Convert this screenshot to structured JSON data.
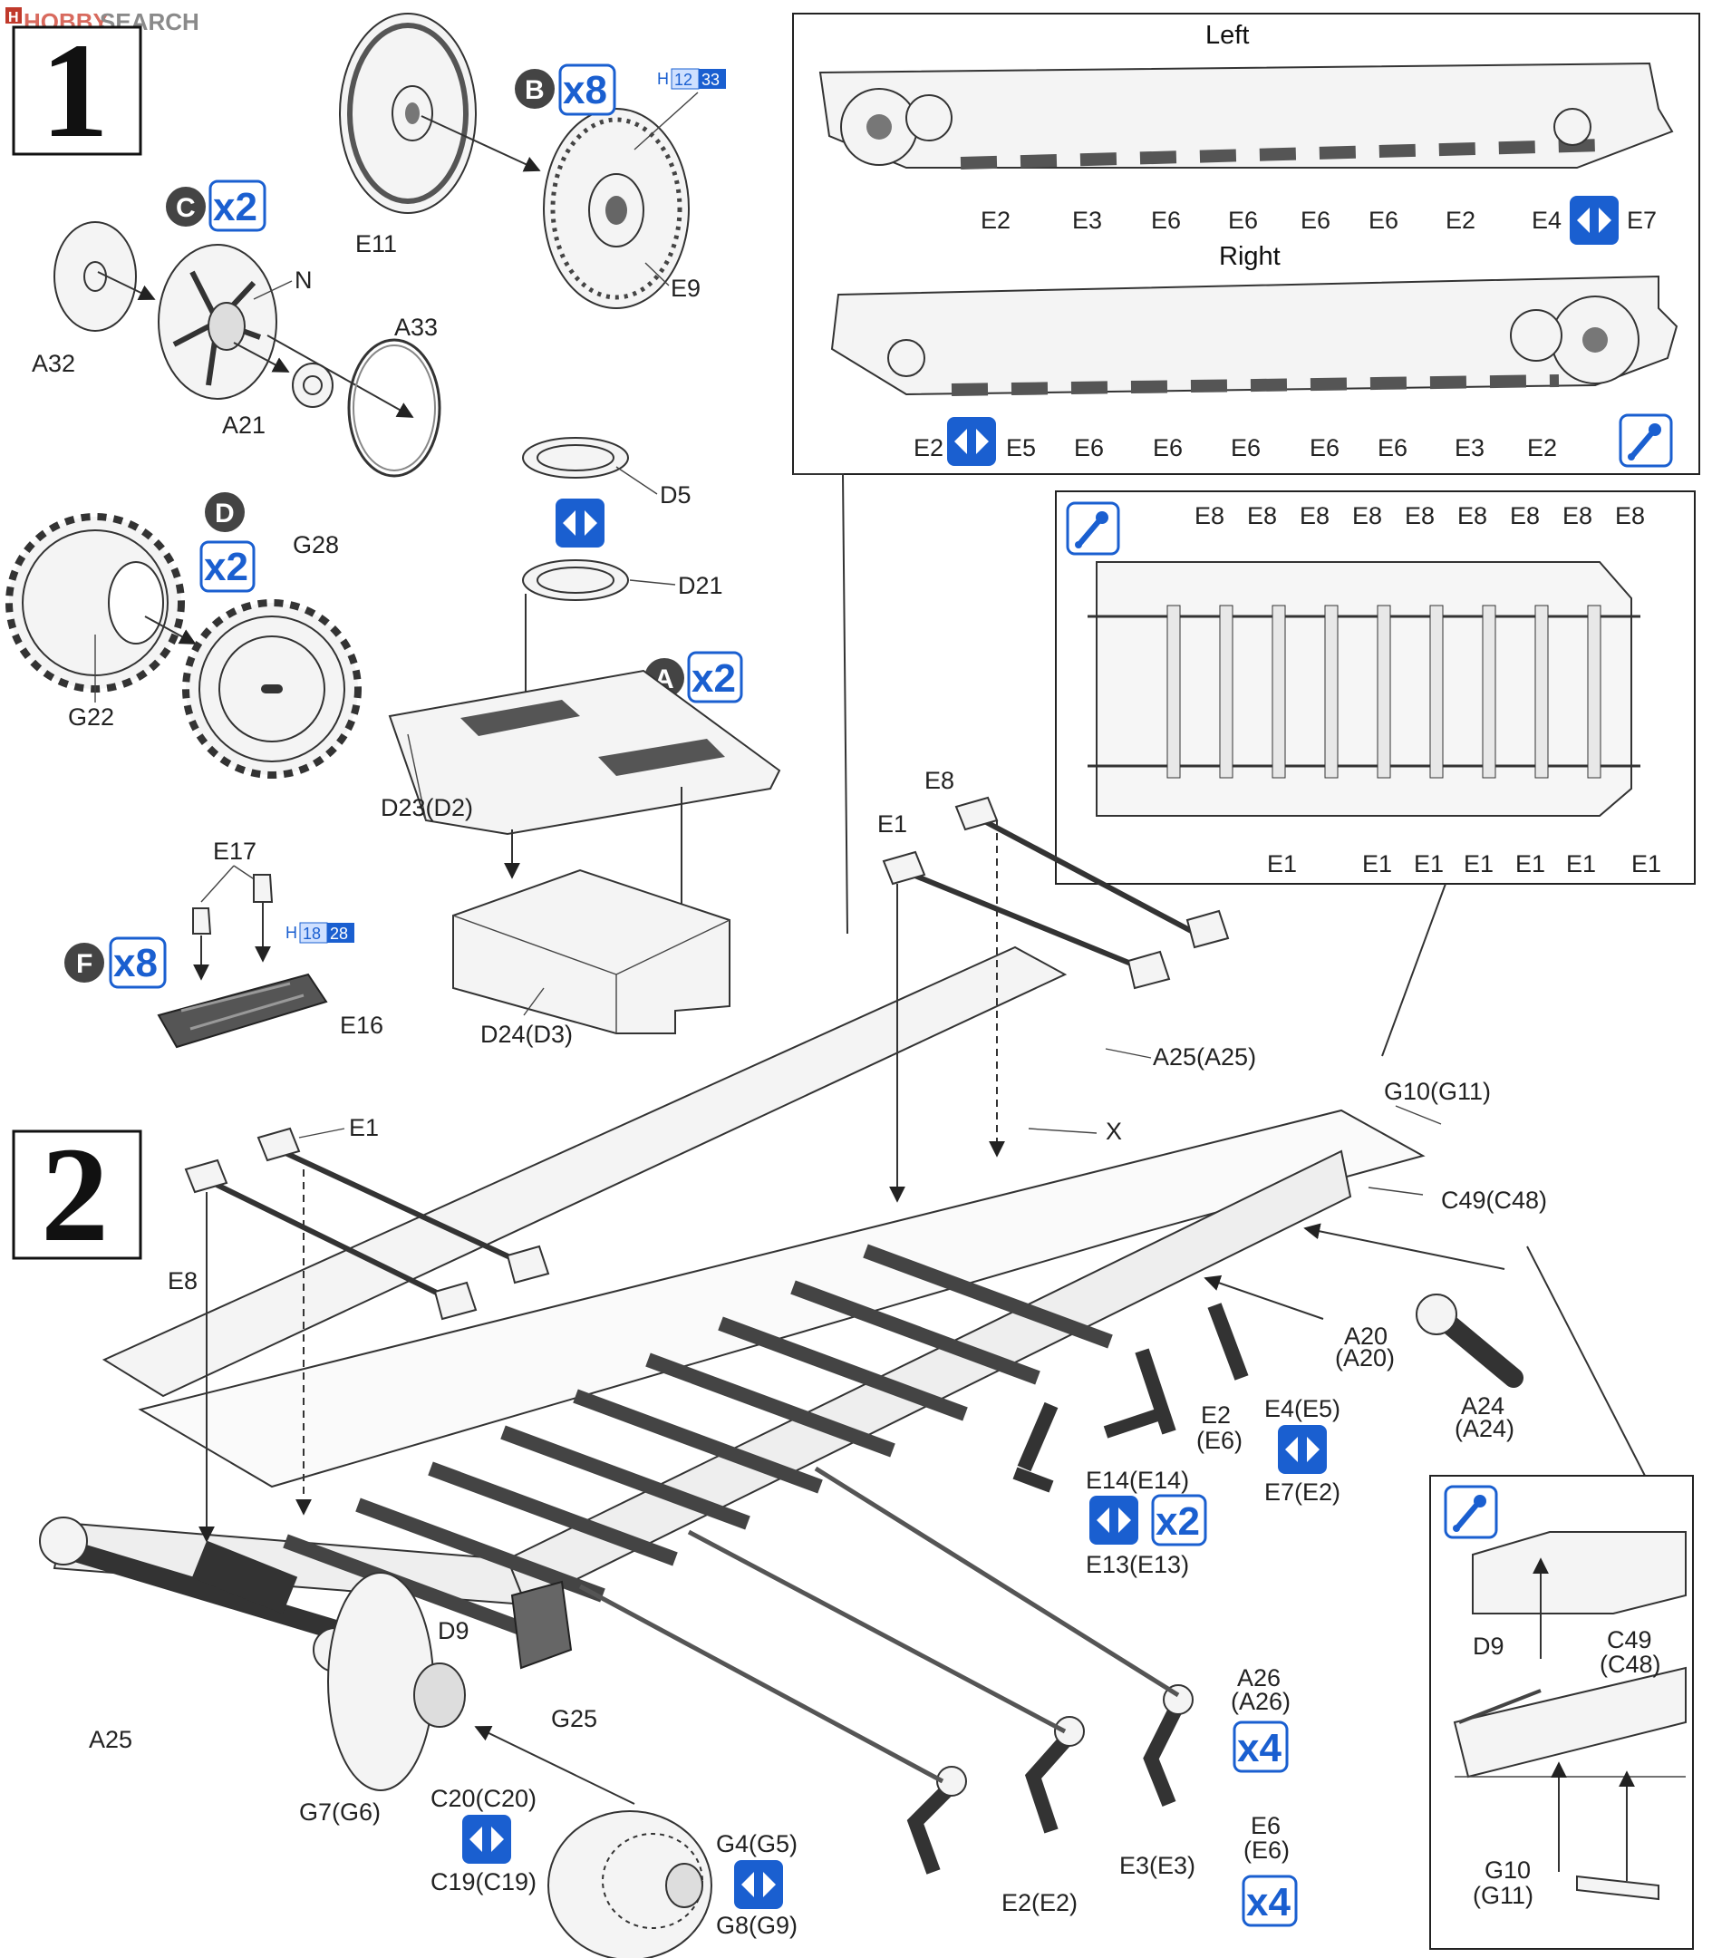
{
  "watermark": {
    "brand": "HOBBY",
    "suffix": "SEARCH"
  },
  "step1": {
    "number": "1",
    "badges": {
      "B": {
        "letter": "B",
        "qty": "x8"
      },
      "C": {
        "letter": "C",
        "qty": "x2"
      },
      "D": {
        "letter": "D",
        "qty": "x2"
      },
      "A": {
        "letter": "A",
        "qty": "x2"
      },
      "F": {
        "letter": "F",
        "qty": "x8"
      }
    },
    "ref_H1": {
      "prefix": "H",
      "a": "12",
      "b": "33"
    },
    "ref_H2": {
      "prefix": "H",
      "a": "18",
      "b": "28"
    },
    "labels": {
      "E11": "E11",
      "E9": "E9",
      "A32": "A32",
      "N": "N",
      "A33": "A33",
      "A21": "A21",
      "G28": "G28",
      "G22": "G22",
      "D5": "D5",
      "D21": "D21",
      "D23": "D23(D2)",
      "D24": "D24(D3)",
      "E17": "E17",
      "E16": "E16"
    }
  },
  "inset_left_right": {
    "left_title": "Left",
    "right_title": "Right",
    "left_parts": [
      "E2",
      "E3",
      "E6",
      "E6",
      "E6",
      "E6",
      "E2",
      "E4",
      "E7"
    ],
    "right_parts": [
      "E2",
      "E5",
      "E6",
      "E6",
      "E6",
      "E6",
      "E6",
      "E3",
      "E2"
    ]
  },
  "inset_e8_e1": {
    "top_parts": [
      "E8",
      "E8",
      "E8",
      "E8",
      "E8",
      "E8",
      "E8",
      "E8",
      "E8"
    ],
    "bottom_parts": [
      "E1",
      "E1",
      "E1",
      "E1",
      "E1",
      "E1",
      "E1"
    ]
  },
  "step2": {
    "number": "2",
    "labels": {
      "E8_top": "E8",
      "E1_top": "E1",
      "A25_top": "A25(A25)",
      "X": "X",
      "G10": "G10(G11)",
      "C49": "C49(C48)",
      "E1_left": "E1",
      "E8_left": "E8",
      "A20a": "A20",
      "A20b": "(A20)",
      "A24a": "A24",
      "A24b": "(A24)",
      "E2a": "E2",
      "E2b": "(E6)",
      "E4": "E4(E5)",
      "E7": "E7(E2)",
      "E14": "E14(E14)",
      "E13": "E13(E13)",
      "D9": "D9",
      "G25": "G25",
      "A25_bottom": "A25",
      "G7": "G7(G6)",
      "C20": "C20(C20)",
      "C19": "C19(C19)",
      "G4": "G4(G5)",
      "G8": "G8(G9)",
      "A26a": "A26",
      "A26b": "(A26)",
      "E6a": "E6",
      "E6b": "(E6)",
      "E3": "E3(E3)",
      "E2E2": "E2(E2)"
    },
    "qty_x2": "x2",
    "qty_x4_a": "x4",
    "qty_x4_b": "x4"
  },
  "inset_detail": {
    "labels": {
      "D9": "D9",
      "C49a": "C49",
      "C49b": "(C48)",
      "G10a": "G10",
      "G10b": "(G11)"
    }
  },
  "colors": {
    "accent_blue": "#1a5fd0",
    "badge_dark": "#444444",
    "ref_blue": "#2a6fe0"
  },
  "icons": [
    "reverse-arrows-icon",
    "glue-icon"
  ]
}
